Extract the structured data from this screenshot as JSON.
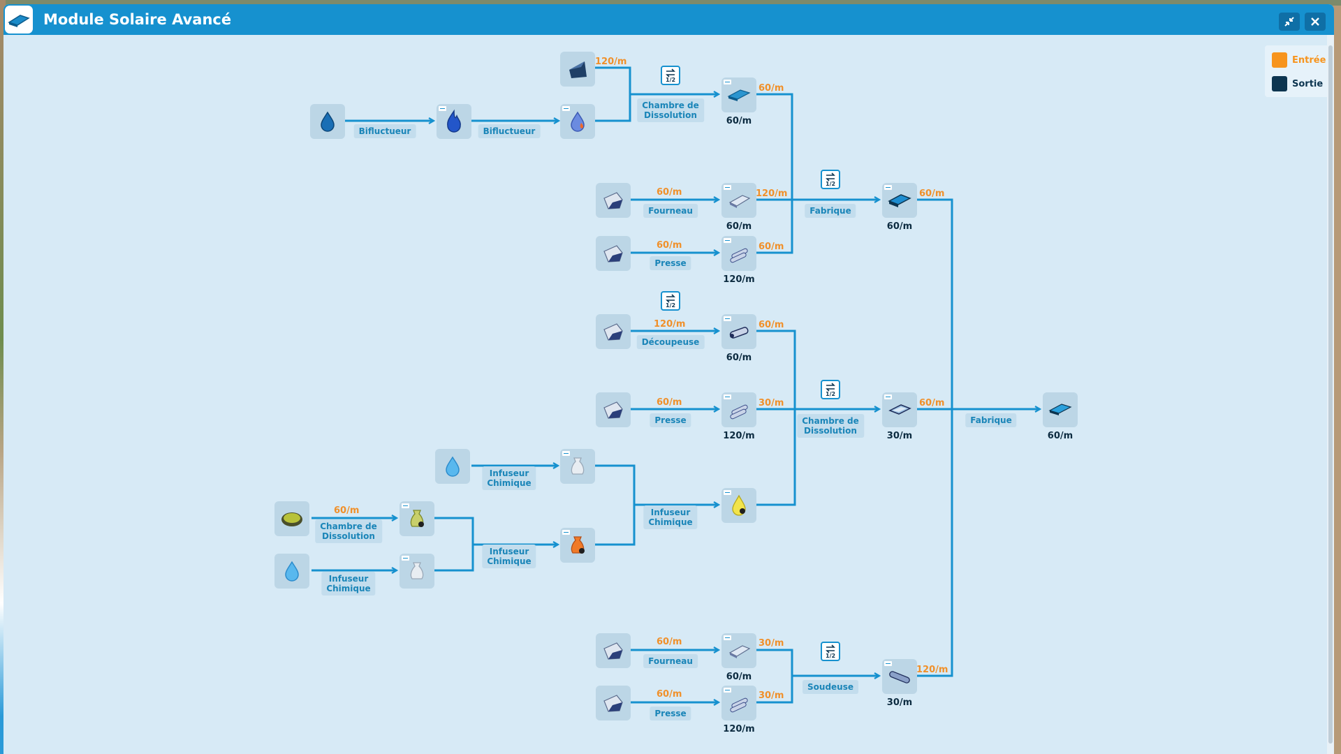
{
  "window": {
    "title": "Module Solaire Avancé"
  },
  "legend": {
    "input_label": "Entrée",
    "output_label": "Sortie",
    "input_color": "#f7941d",
    "output_color": "#0d3550"
  },
  "colors": {
    "accent": "#1691cf",
    "flow_rate": "#f0902a",
    "node_bg": "#bcd6e6",
    "canvas_bg": "#d7eaf6"
  },
  "nodes": [
    {
      "id": "water-1",
      "icon": "water-drop-dark-icon",
      "rate": ""
    },
    {
      "id": "blue-fire-water",
      "icon": "blue-flame-icon",
      "rate": ""
    },
    {
      "id": "fire-water",
      "icon": "fire-drop-icon",
      "rate": ""
    },
    {
      "id": "dark-ingot-top",
      "icon": "dark-ingot-icon",
      "rate": ""
    },
    {
      "id": "glass-sheet",
      "icon": "glass-sheet-icon",
      "rate": "60/m"
    },
    {
      "id": "ore-2",
      "icon": "metal-ore-icon",
      "rate": ""
    },
    {
      "id": "bar-2",
      "icon": "metal-bar-icon",
      "rate": "60/m"
    },
    {
      "id": "ore-3",
      "icon": "metal-ore-icon",
      "rate": ""
    },
    {
      "id": "rod-3",
      "icon": "metal-rods-icon",
      "rate": "120/m"
    },
    {
      "id": "blue-plate",
      "icon": "blue-plate-icon",
      "rate": "60/m"
    },
    {
      "id": "ore-4",
      "icon": "metal-ore-icon",
      "rate": ""
    },
    {
      "id": "tube-4",
      "icon": "metal-tube-icon",
      "rate": "60/m"
    },
    {
      "id": "ore-5",
      "icon": "metal-ore-icon",
      "rate": ""
    },
    {
      "id": "rod-5",
      "icon": "metal-rods-icon",
      "rate": "120/m"
    },
    {
      "id": "water-2",
      "icon": "water-drop-icon",
      "rate": ""
    },
    {
      "id": "white-sack-1",
      "icon": "white-sack-icon",
      "rate": ""
    },
    {
      "id": "yellow-drop",
      "icon": "yellow-hazard-drop-icon",
      "rate": ""
    },
    {
      "id": "green-rock",
      "icon": "green-rock-icon",
      "rate": ""
    },
    {
      "id": "green-sack",
      "icon": "green-hazard-sack-icon",
      "rate": ""
    },
    {
      "id": "orange-sack",
      "icon": "orange-hazard-sack-icon",
      "rate": ""
    },
    {
      "id": "water-3",
      "icon": "water-drop-icon",
      "rate": ""
    },
    {
      "id": "white-sack-2",
      "icon": "white-sack-icon",
      "rate": ""
    },
    {
      "id": "metal-frame",
      "icon": "metal-frame-icon",
      "rate": "30/m"
    },
    {
      "id": "solar-module",
      "icon": "solar-module-icon",
      "rate": "60/m"
    },
    {
      "id": "ore-6",
      "icon": "metal-ore-icon",
      "rate": ""
    },
    {
      "id": "bar-6",
      "icon": "metal-bar-icon",
      "rate": "60/m"
    },
    {
      "id": "ore-7",
      "icon": "metal-ore-icon",
      "rate": ""
    },
    {
      "id": "rod-7",
      "icon": "metal-rods-icon",
      "rate": "120/m"
    },
    {
      "id": "pipe",
      "icon": "pipe-icon",
      "rate": "30/m"
    }
  ],
  "machines": [
    {
      "id": "m-biflu-1",
      "lines": [
        "Bifluctueur"
      ]
    },
    {
      "id": "m-biflu-2",
      "lines": [
        "Bifluctueur"
      ]
    },
    {
      "id": "m-dissolution-1",
      "lines": [
        "Chambre de",
        "Dissolution"
      ]
    },
    {
      "id": "m-fourneau-1",
      "lines": [
        "Fourneau"
      ]
    },
    {
      "id": "m-presse-1",
      "lines": [
        "Presse"
      ]
    },
    {
      "id": "m-fabrique-1",
      "lines": [
        "Fabrique"
      ]
    },
    {
      "id": "m-decoupeuse",
      "lines": [
        "Découpeuse"
      ]
    },
    {
      "id": "m-presse-2",
      "lines": [
        "Presse"
      ]
    },
    {
      "id": "m-infuseur-1",
      "lines": [
        "Infuseur",
        "Chimique"
      ]
    },
    {
      "id": "m-infuseur-2",
      "lines": [
        "Infuseur",
        "Chimique"
      ]
    },
    {
      "id": "m-dissolution-2",
      "lines": [
        "Chambre de",
        "Dissolution"
      ]
    },
    {
      "id": "m-infuseur-3",
      "lines": [
        "Infuseur",
        "Chimique"
      ]
    },
    {
      "id": "m-infuseur-4",
      "lines": [
        "Infuseur",
        "Chimique"
      ]
    },
    {
      "id": "m-dissolution-3",
      "lines": [
        "Chambre de",
        "Dissolution"
      ]
    },
    {
      "id": "m-fabrique-2",
      "lines": [
        "Fabrique"
      ]
    },
    {
      "id": "m-fourneau-2",
      "lines": [
        "Fourneau"
      ]
    },
    {
      "id": "m-presse-3",
      "lines": [
        "Presse"
      ]
    },
    {
      "id": "m-soudeuse",
      "lines": [
        "Soudeuse"
      ]
    }
  ],
  "flows": [
    "120/m",
    "60/m",
    "60/m",
    "120/m",
    "60/m",
    "60/m",
    "60/m",
    "120/m",
    "60/m",
    "60/m",
    "30/m",
    "60/m",
    "60/m",
    "60/m",
    "30/m",
    "60/m",
    "30/m",
    "120/m"
  ],
  "splitters": [
    {
      "id": "split-1",
      "label": "1/2"
    },
    {
      "id": "split-2",
      "label": "1/2"
    },
    {
      "id": "split-3",
      "label": "1/2"
    },
    {
      "id": "split-4",
      "label": "1/2"
    },
    {
      "id": "split-5",
      "label": "1/2"
    }
  ]
}
